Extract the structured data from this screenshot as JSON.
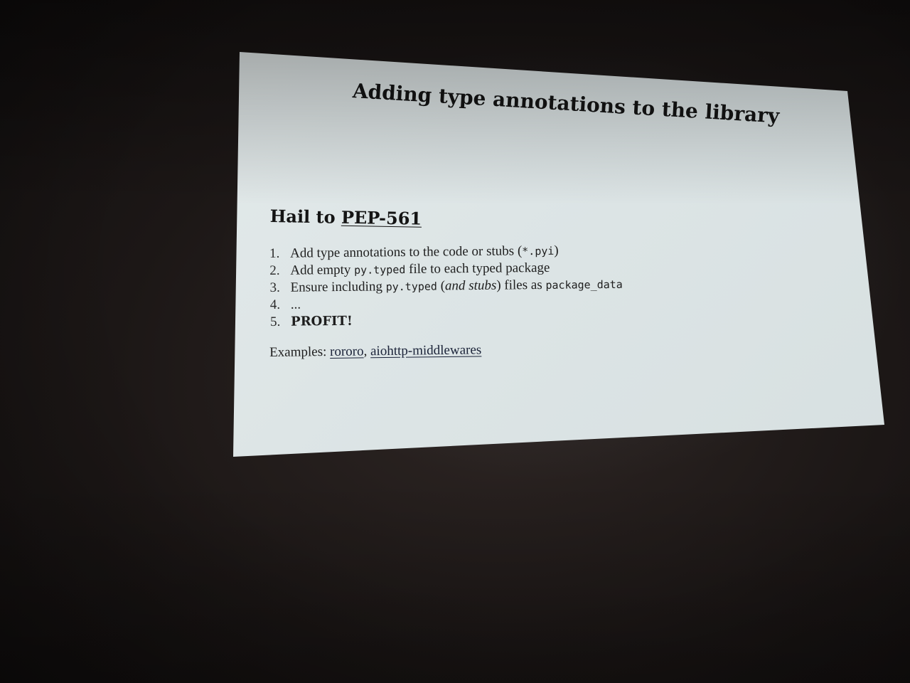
{
  "slide": {
    "title": "Adding type annotations to the library",
    "subtitle_prefix": "Hail to ",
    "subtitle_link": "PEP-561",
    "steps": [
      {
        "num": "1.",
        "parts": [
          {
            "text": "Add type annotations to the code or stubs (",
            "style": "plain"
          },
          {
            "text": "*.pyi",
            "style": "mono"
          },
          {
            "text": ")",
            "style": "plain"
          }
        ]
      },
      {
        "num": "2.",
        "parts": [
          {
            "text": "Add empty ",
            "style": "plain"
          },
          {
            "text": "py.typed",
            "style": "mono"
          },
          {
            "text": " file to each typed package",
            "style": "plain"
          }
        ]
      },
      {
        "num": "3.",
        "parts": [
          {
            "text": "Ensure including ",
            "style": "plain"
          },
          {
            "text": "py.typed",
            "style": "mono"
          },
          {
            "text": " (",
            "style": "plain"
          },
          {
            "text": "and stubs",
            "style": "italic"
          },
          {
            "text": ") files as ",
            "style": "plain"
          },
          {
            "text": "package_data",
            "style": "mono"
          }
        ]
      },
      {
        "num": "4.",
        "parts": [
          {
            "text": "...",
            "style": "plain"
          }
        ]
      },
      {
        "num": "5.",
        "parts": [
          {
            "text": "PROFIT!",
            "style": "bold"
          }
        ]
      }
    ],
    "examples_label": "Examples: ",
    "examples": [
      "rororo",
      "aiohttp-middlewares"
    ],
    "examples_separator": ", "
  }
}
